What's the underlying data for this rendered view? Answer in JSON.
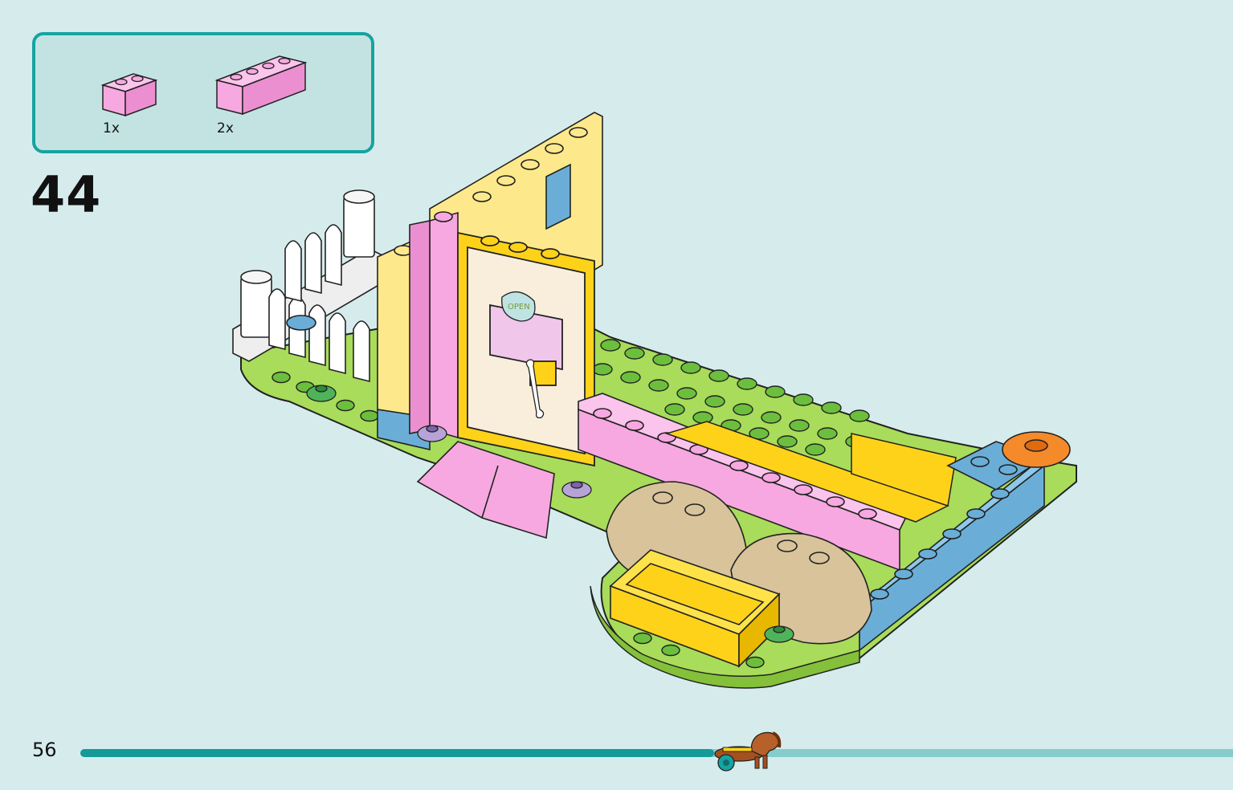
{
  "parts_list": {
    "items": [
      {
        "quantity": "1x",
        "part": "brick-1x2",
        "color": "#f7a8e0"
      },
      {
        "quantity": "2x",
        "part": "brick-1x4",
        "color": "#f7a8e0"
      }
    ]
  },
  "step": {
    "number": "44"
  },
  "page": {
    "number": "56"
  },
  "progress": {
    "fraction": 0.55
  },
  "colors": {
    "accent": "#16a3a1",
    "background": "#d6ecec",
    "pink": "#f7a8e0",
    "yellow": "#fde98b",
    "lime": "#a8dc5a",
    "blue": "#6aaed8",
    "tan": "#d8c39b",
    "gold": "#ffd21a",
    "orange": "#f58a2a"
  }
}
